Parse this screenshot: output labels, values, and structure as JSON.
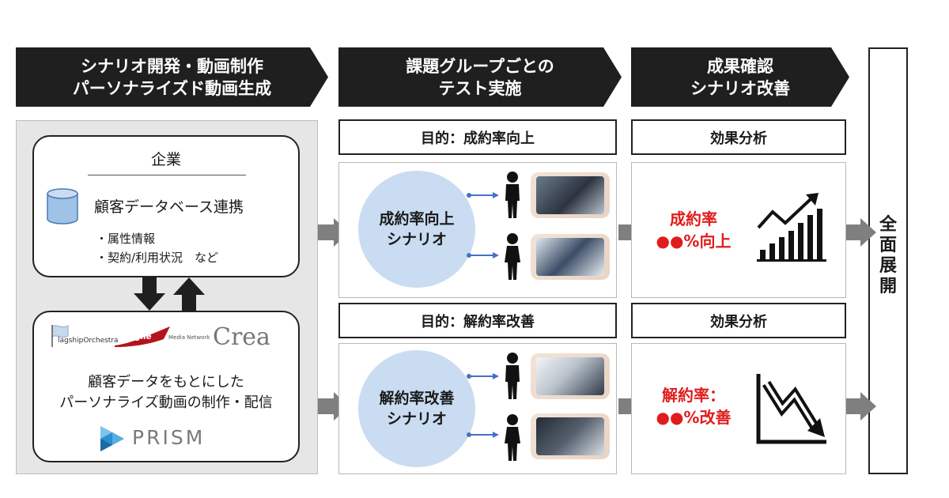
{
  "steps": [
    {
      "line1": "シナリオ開発・動画制作",
      "line2": "パーソナライズド動画生成"
    },
    {
      "line1": "課題グループごとの",
      "line2": "テスト実施"
    },
    {
      "line1": "成果確認",
      "line2": "シナリオ改善"
    }
  ],
  "rollout": {
    "chars": [
      "全",
      "面",
      "展",
      "開"
    ]
  },
  "company": {
    "title": "企業",
    "db_label": "顧客データベース連携",
    "bullets": [
      "・属性情報",
      "・契約/利用状況　など"
    ],
    "db_icon": "database-icon"
  },
  "production": {
    "logos": [
      "lagshipOrchestra",
      "Agile",
      "Media Network",
      "Crea"
    ],
    "line1": "顧客データをもとにした",
    "line2": "パーソナライズ動画の制作・配信",
    "product": "PRISM"
  },
  "test_groups": [
    {
      "purpose": "目的：成約率向上",
      "scenario_line1": "成約率向上",
      "scenario_line2": "シナリオ",
      "analysis": "効果分析",
      "result_line1": "成約率",
      "result_line2": "●●%向上",
      "chart_icon": "rising-bar-chart-icon"
    },
    {
      "purpose": "目的：解約率改善",
      "scenario_line1": "解約率改善",
      "scenario_line2": "シナリオ",
      "analysis": "効果分析",
      "result_line1": "解約率：",
      "result_line2": "●●%改善",
      "chart_icon": "falling-chart-icon"
    }
  ],
  "colors": {
    "dark": "#1f1f1f",
    "circle": "#c9dcf1",
    "arrow": "#7f7f7f",
    "accent_red": "#e01c1c",
    "connector_blue": "#4472c4"
  }
}
